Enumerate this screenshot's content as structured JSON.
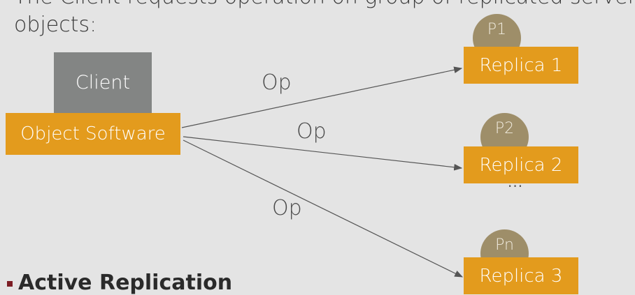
{
  "heading": {
    "line1": "The Client requests operation on group of replicated server",
    "line2": "objects:"
  },
  "diagram": {
    "client": "Client",
    "object_software": "Object Software",
    "operation": "Op",
    "replicas": [
      {
        "processor": "P1",
        "label": "Replica 1"
      },
      {
        "processor": "P2",
        "label": "Replica 2"
      },
      {
        "processor": "Pn",
        "label": "Replica 3"
      }
    ],
    "ellipsis": "...",
    "colors": {
      "background": "#e4e4e4",
      "client_box": "#838584",
      "software_box": "#e39b1d",
      "processor_circle": "#9e8e69",
      "bullet": "#7c1d25"
    }
  },
  "bullet": {
    "text": "Active Replication"
  }
}
